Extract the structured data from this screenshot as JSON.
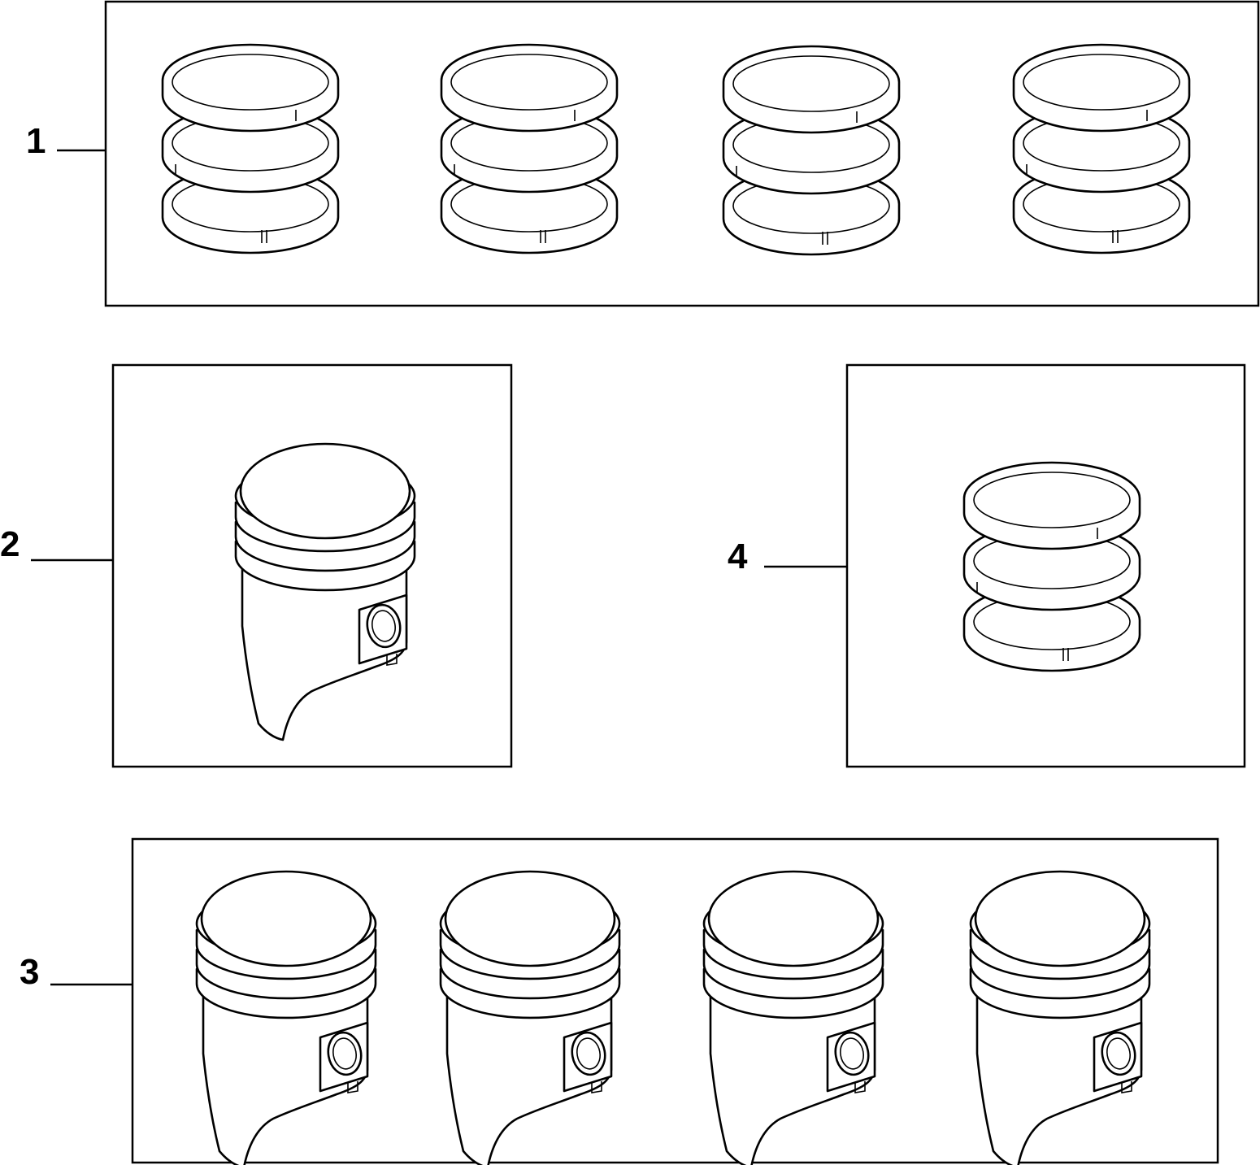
{
  "diagram": {
    "callouts": [
      {
        "id": "1",
        "label": "1",
        "content": "piston-ring-set",
        "count": 4
      },
      {
        "id": "2",
        "label": "2",
        "content": "piston",
        "count": 1
      },
      {
        "id": "3",
        "label": "3",
        "content": "piston",
        "count": 4
      },
      {
        "id": "4",
        "label": "4",
        "content": "piston-ring-set",
        "count": 1
      }
    ],
    "colors": {
      "line": "#000000",
      "background": "#ffffff"
    }
  }
}
